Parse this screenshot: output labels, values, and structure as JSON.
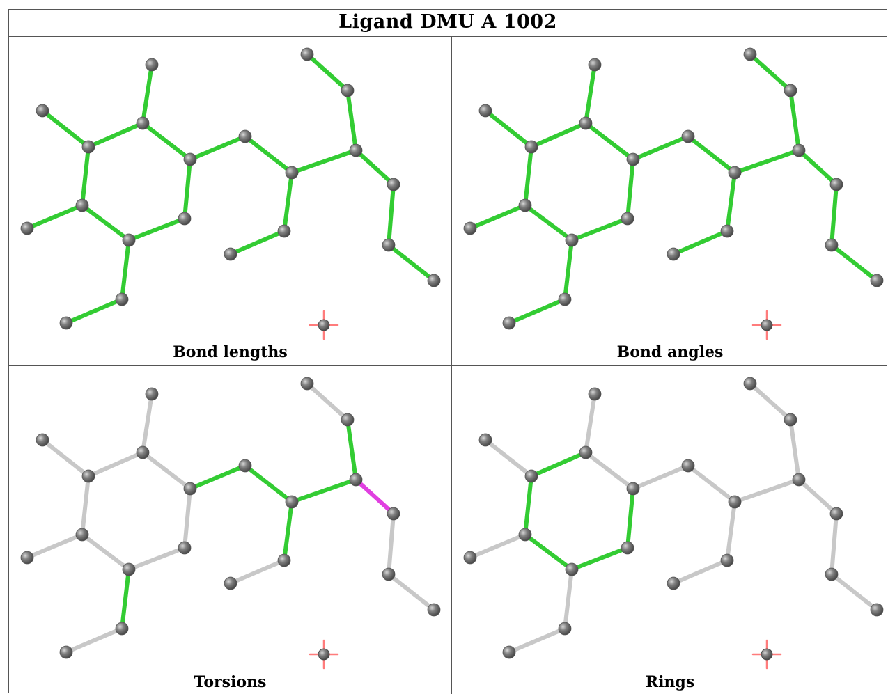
{
  "title": "Ligand DMU A 1002",
  "colors": {
    "green": "#33cc33",
    "gray": "#c8c8c8",
    "magenta": "#e040e0",
    "atom": "#808080"
  },
  "panels": [
    {
      "caption": "Bond lengths",
      "mode": "all"
    },
    {
      "caption": "Bond angles",
      "mode": "all"
    },
    {
      "caption": "Torsions",
      "mode": "torsions"
    },
    {
      "caption": "Rings",
      "mode": "rings"
    }
  ]
}
